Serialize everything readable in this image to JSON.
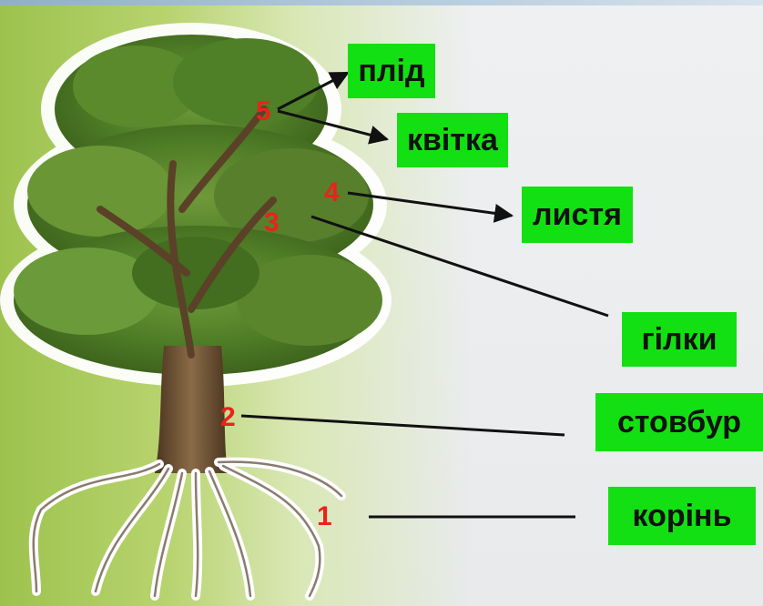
{
  "labels": {
    "fruit": "плід",
    "flower": "квітка",
    "leaves": "листя",
    "branches": "гілки",
    "trunk": "стовбур",
    "root": "корінь"
  },
  "numbers": {
    "n1": "1",
    "n2": "2",
    "n3": "3",
    "n4": "4",
    "n5": "5"
  },
  "colors": {
    "label_bg": "#13e012",
    "number": "#e8231c",
    "line": "#111111"
  },
  "icons": {
    "tree": "tree-illustration"
  }
}
